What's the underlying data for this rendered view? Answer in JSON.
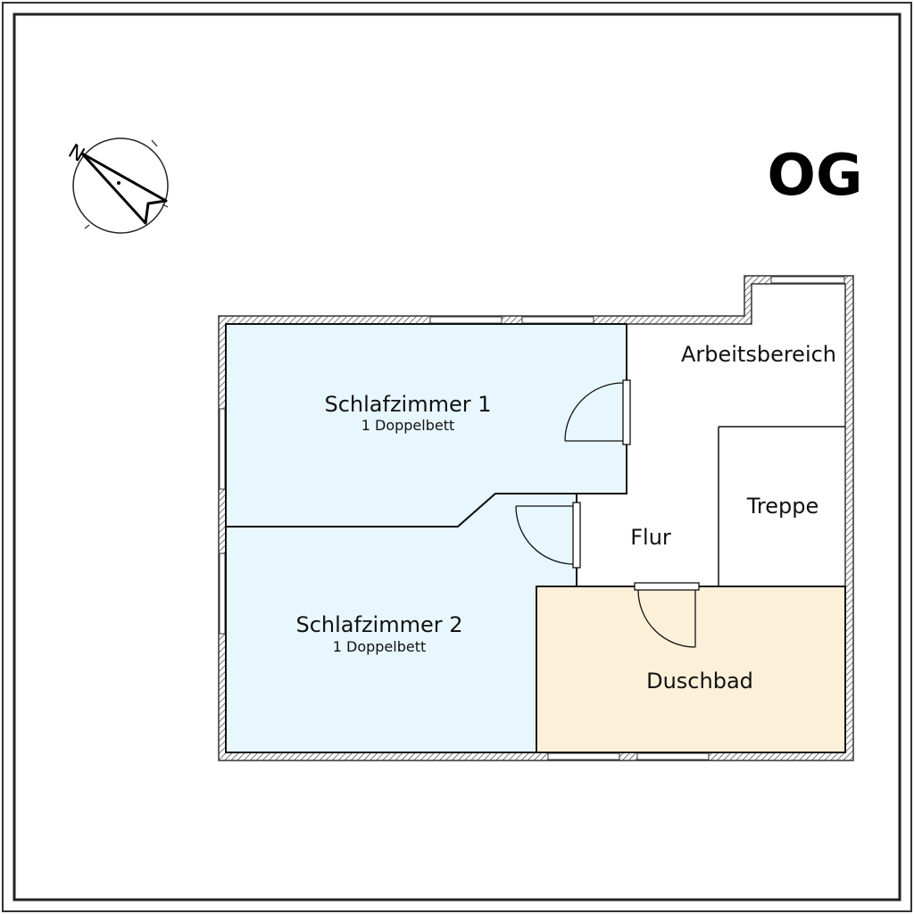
{
  "floor": {
    "label": "OG"
  },
  "compass": {
    "north_label": "N"
  },
  "rooms": {
    "schlafzimmer1": {
      "name": "Schlafzimmer 1",
      "detail": "1 Doppelbett"
    },
    "schlafzimmer2": {
      "name": "Schlafzimmer 2",
      "detail": "1 Doppelbett"
    },
    "arbeitsbereich": {
      "name": "Arbeitsbereich"
    },
    "treppe": {
      "name": "Treppe"
    },
    "flur": {
      "name": "Flur"
    },
    "duschbad": {
      "name": "Duschbad"
    }
  },
  "colors": {
    "bedroom_fill": "#e8f6fd",
    "bath_fill": "#fdf0d9",
    "wall": "#333333"
  }
}
